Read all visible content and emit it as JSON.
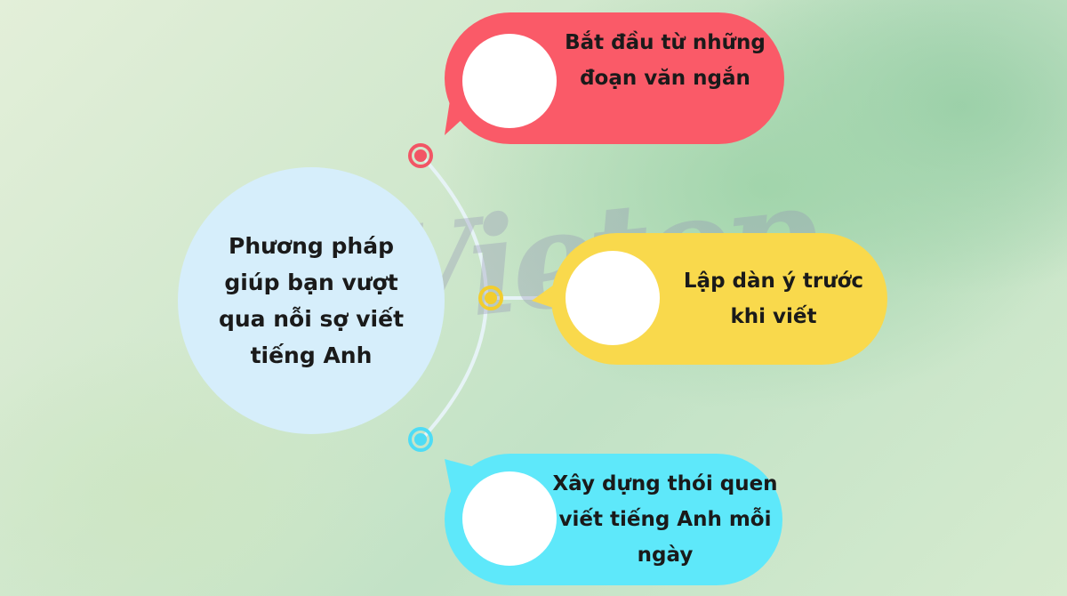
{
  "center": {
    "text": "Phương pháp giúp bạn vượt qua nỗi sợ viết tiếng Anh"
  },
  "items": [
    {
      "label": "Bắt đầu từ những đoạn văn ngắn",
      "color": "#fa5a68",
      "node_color": "#f25565"
    },
    {
      "label": "Lập dàn ý trước khi viết",
      "color": "#f9d94c",
      "node_color": "#f2cd2e"
    },
    {
      "label": "Xây dựng thói quen viết tiếng Anh mỗi ngày",
      "color": "#5ee8fa",
      "node_color": "#4fdcf5"
    }
  ],
  "watermark": {
    "text": "Vietop"
  },
  "colors": {
    "arc": "#e6f3f6",
    "center_fill": "#d6eefb",
    "background": "#cfe7cc"
  }
}
